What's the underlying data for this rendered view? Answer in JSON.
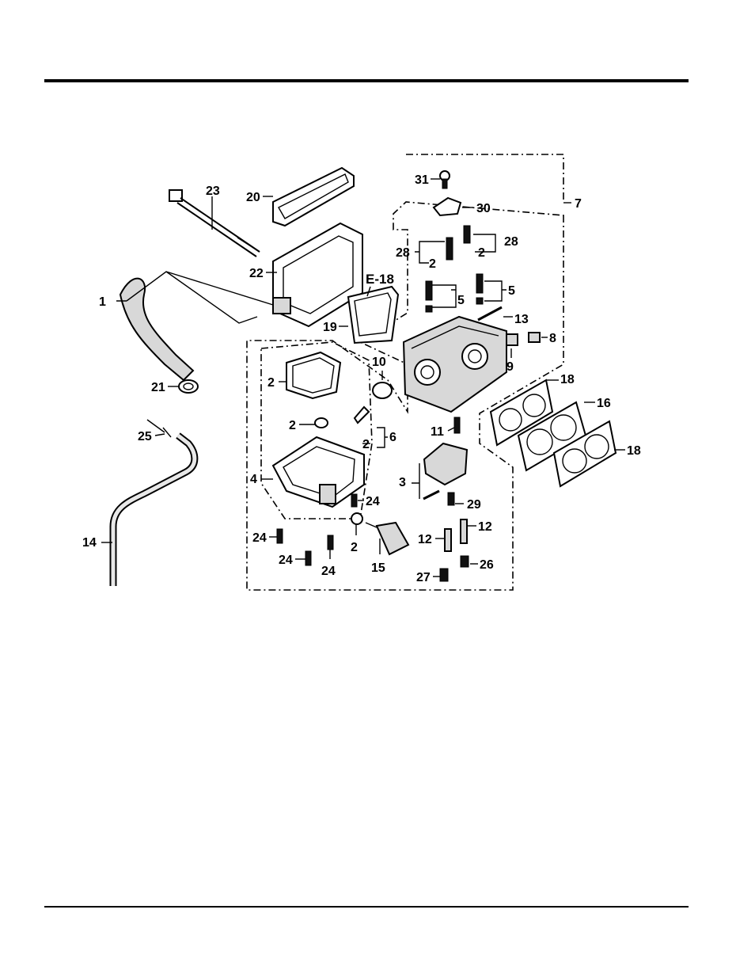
{
  "ref_label": "E-18",
  "callouts": [
    "1",
    "2",
    "2",
    "2",
    "2",
    "2",
    "2",
    "2",
    "3",
    "4",
    "5",
    "5",
    "6",
    "7",
    "8",
    "9",
    "10",
    "11",
    "12",
    "12",
    "13",
    "14",
    "15",
    "16",
    "18",
    "18",
    "19",
    "20",
    "21",
    "22",
    "23",
    "24",
    "24",
    "24",
    "24",
    "25",
    "26",
    "27",
    "28",
    "28",
    "29",
    "30",
    "31"
  ]
}
